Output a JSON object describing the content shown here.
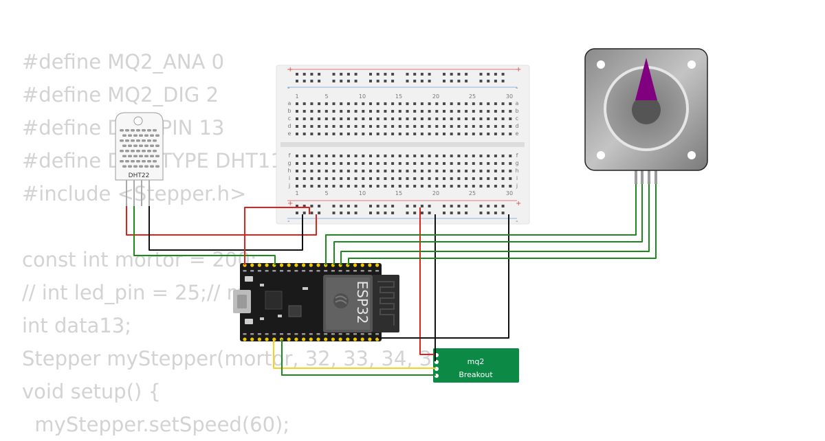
{
  "code_lines": [
    "#define MQ2_ANA 0",
    "#define MQ2_DIG 2",
    "#define DHT_PIN 13",
    "#define DHT_TYPE DHT11",
    "#include <Stepper.h>",
    "",
    "const int mortor = 200;",
    "// int led_pin = 25;// m",
    "int data13;",
    "Stepper myStepper(mortor, 32, 33, 34, 3",
    "void setup() {",
    "  myStepper.setSpeed(60);"
  ],
  "dht": {
    "label": "DHT22"
  },
  "esp32": {
    "label": "ESP32"
  },
  "mq2": {
    "line1": "mq2",
    "line2": "Breakout"
  },
  "breadboard": {
    "col_numbers": [
      "1",
      "5",
      "10",
      "15",
      "20",
      "25",
      "30"
    ],
    "rows_top": [
      "a",
      "b",
      "c",
      "d",
      "e"
    ],
    "rows_bottom": [
      "f",
      "g",
      "h",
      "i",
      "j"
    ],
    "plus": "+",
    "minus": "-"
  },
  "colors": {
    "code_text": "#d3d3d3",
    "wire_red": "#e0201b",
    "wire_black": "#111111",
    "wire_green": "#1a8a1a",
    "wire_yellow": "#f4d21f",
    "mq2_board": "#0c8a45",
    "stepper_pointer": "#800080",
    "esp32_board": "#1a1a1a",
    "esp32_module": "#555555"
  }
}
